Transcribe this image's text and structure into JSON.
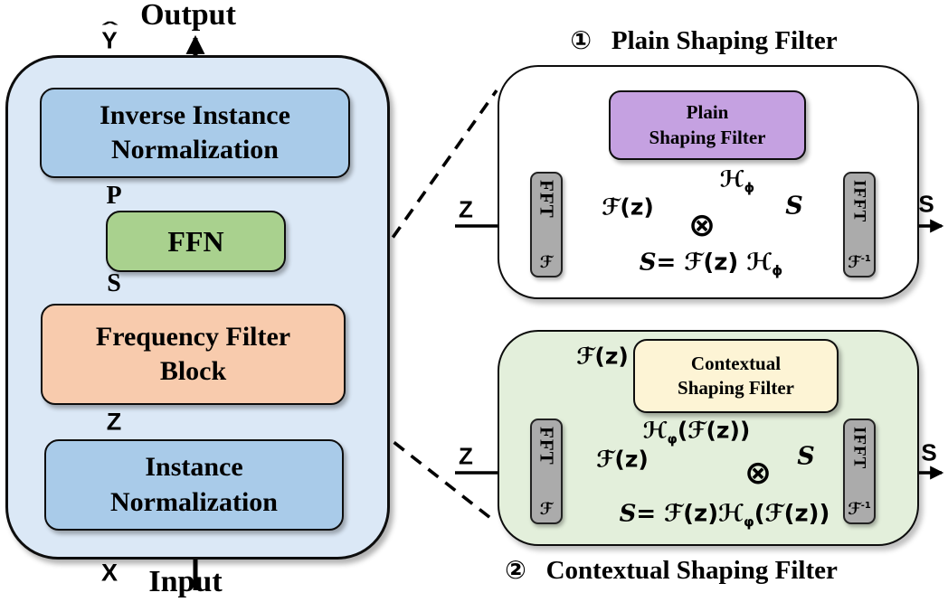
{
  "icons": {
    "otimes": "⊗"
  },
  "colors": {
    "container_fill": "#dbe8f6",
    "norm_box_fill": "#a9cbe9",
    "ffn_fill": "#a9d18e",
    "freq_block_fill": "#f8cbad",
    "plain_filter_fill": "#c5a1e1",
    "contextual_filter_fill": "#fdf4d5",
    "contextual_panel_fill": "#e3efdb",
    "fft_box_fill": "#ababab",
    "outline": "#0d0d0d"
  },
  "main_block": {
    "output_label": "Output",
    "output_var_hat": "ˆ",
    "output_var": "Y",
    "inverse_norm_line1": "Inverse Instance",
    "inverse_norm_line2": "Normalization",
    "var_p": "P",
    "ffn_label": "FFN",
    "var_s": "S",
    "freq_line1": "Frequency Filter",
    "freq_line2": "Block",
    "var_z": "Z",
    "instance_line1": "Instance",
    "instance_line2": "Normalization",
    "var_x": "X",
    "input_label": "Input"
  },
  "plain_panel": {
    "number": "①",
    "title": "Plain Shaping Filter",
    "box_line1": "Plain",
    "box_line2": "Shaping Filter",
    "fft_label": "FFT",
    "fft_symbol": "ℱ",
    "ifft_label": "IFFT",
    "ifft_symbol": "ℱ",
    "ifft_sup": "-1",
    "z_label": "Z",
    "fz_label": "ℱ(z)",
    "h_label": "ℋ",
    "h_sub": "ϕ",
    "s_mid": "S",
    "s_out": "S",
    "eq_s": "S",
    "eq_rhs": "= ℱ(z) ℋ",
    "eq_sub": "ϕ"
  },
  "contextual_panel": {
    "number": "②",
    "title": "Contextual Shaping Filter",
    "box_line1": "Contextual",
    "box_line2": "Shaping Filter",
    "fft_label": "FFT",
    "fft_symbol": "ℱ",
    "ifft_label": "IFFT",
    "ifft_symbol": "ℱ",
    "ifft_sup": "-1",
    "z_label": "Z",
    "fz_branch_label": "ℱ(z)",
    "fz_label": "ℱ(z)",
    "h_label": "ℋ",
    "h_sub": "φ",
    "h_tail": "(ℱ(z))",
    "s_mid": "S",
    "s_out": "S",
    "eq_s": "S",
    "eq_mid": "= ℱ(z)ℋ",
    "eq_sub": "φ",
    "eq_tail": "(ℱ(z))"
  }
}
